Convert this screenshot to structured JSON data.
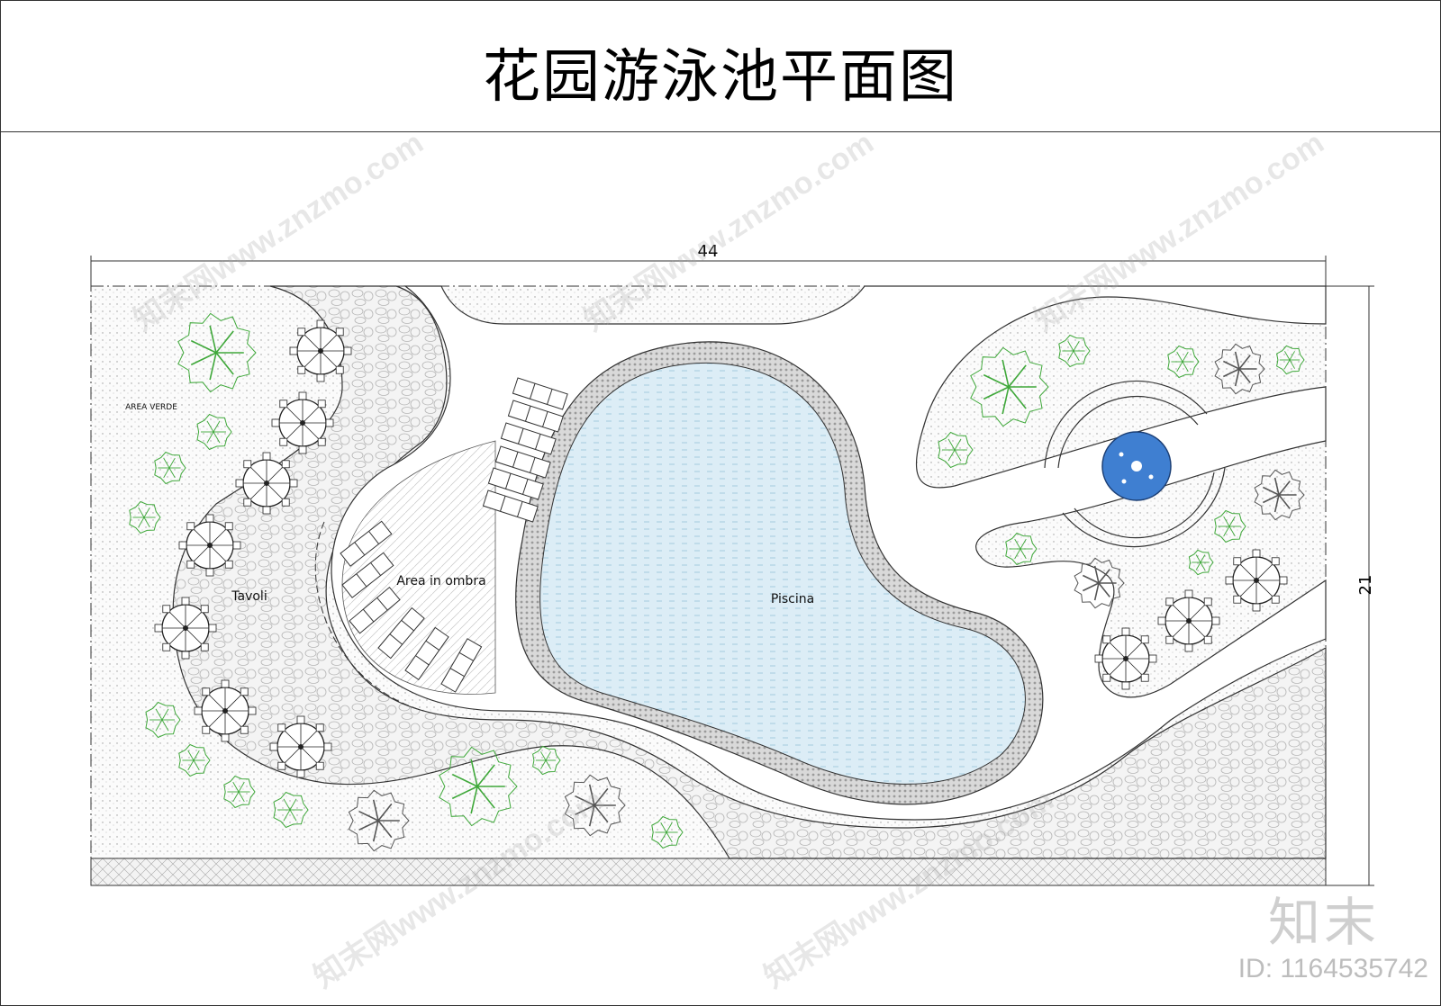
{
  "title": "花园游泳池平面图",
  "dimensions": {
    "width_label": "44",
    "height_label": "21"
  },
  "labels": {
    "pool": "Piscina",
    "shade_area": "Area in ombra",
    "tables": "Tavoli",
    "green_area": "AREA VERDE"
  },
  "watermark": {
    "text": "知末网www.znzmo.com",
    "brand": "知末",
    "image_id": "ID: 1164535742"
  },
  "colors": {
    "pool_fill": "#d6eaf5",
    "fountain_fill": "#3f7fd1",
    "tree_green": "#3fa83a",
    "paving_fill": "#f2f2f2",
    "line": "#333333"
  }
}
